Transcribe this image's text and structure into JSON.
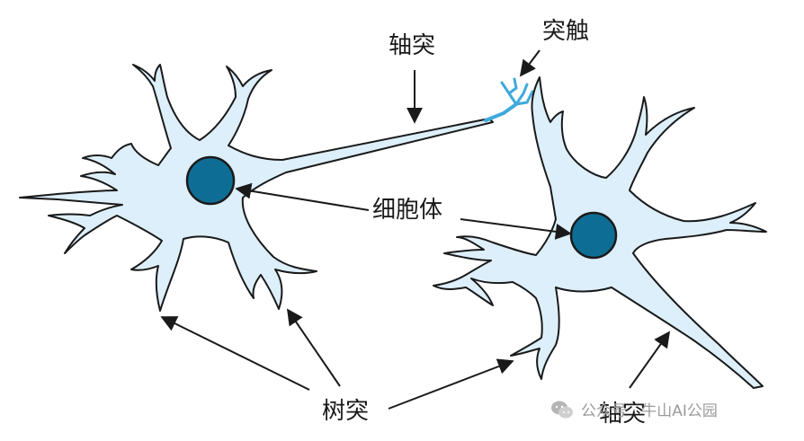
{
  "colors": {
    "cell_fill": "#dceffa",
    "nucleus": "#0e6d94",
    "synapse": "#3fa9dc",
    "outline": "#1a1a1a"
  },
  "labels": {
    "axon_top": "轴突",
    "synapse": "突触",
    "cell_body": "细胞体",
    "dendrite": "树突",
    "axon_bottom": "轴突"
  },
  "watermark": {
    "icon": "wechat-icon",
    "text": "公众号 · 牛山AI公园"
  }
}
